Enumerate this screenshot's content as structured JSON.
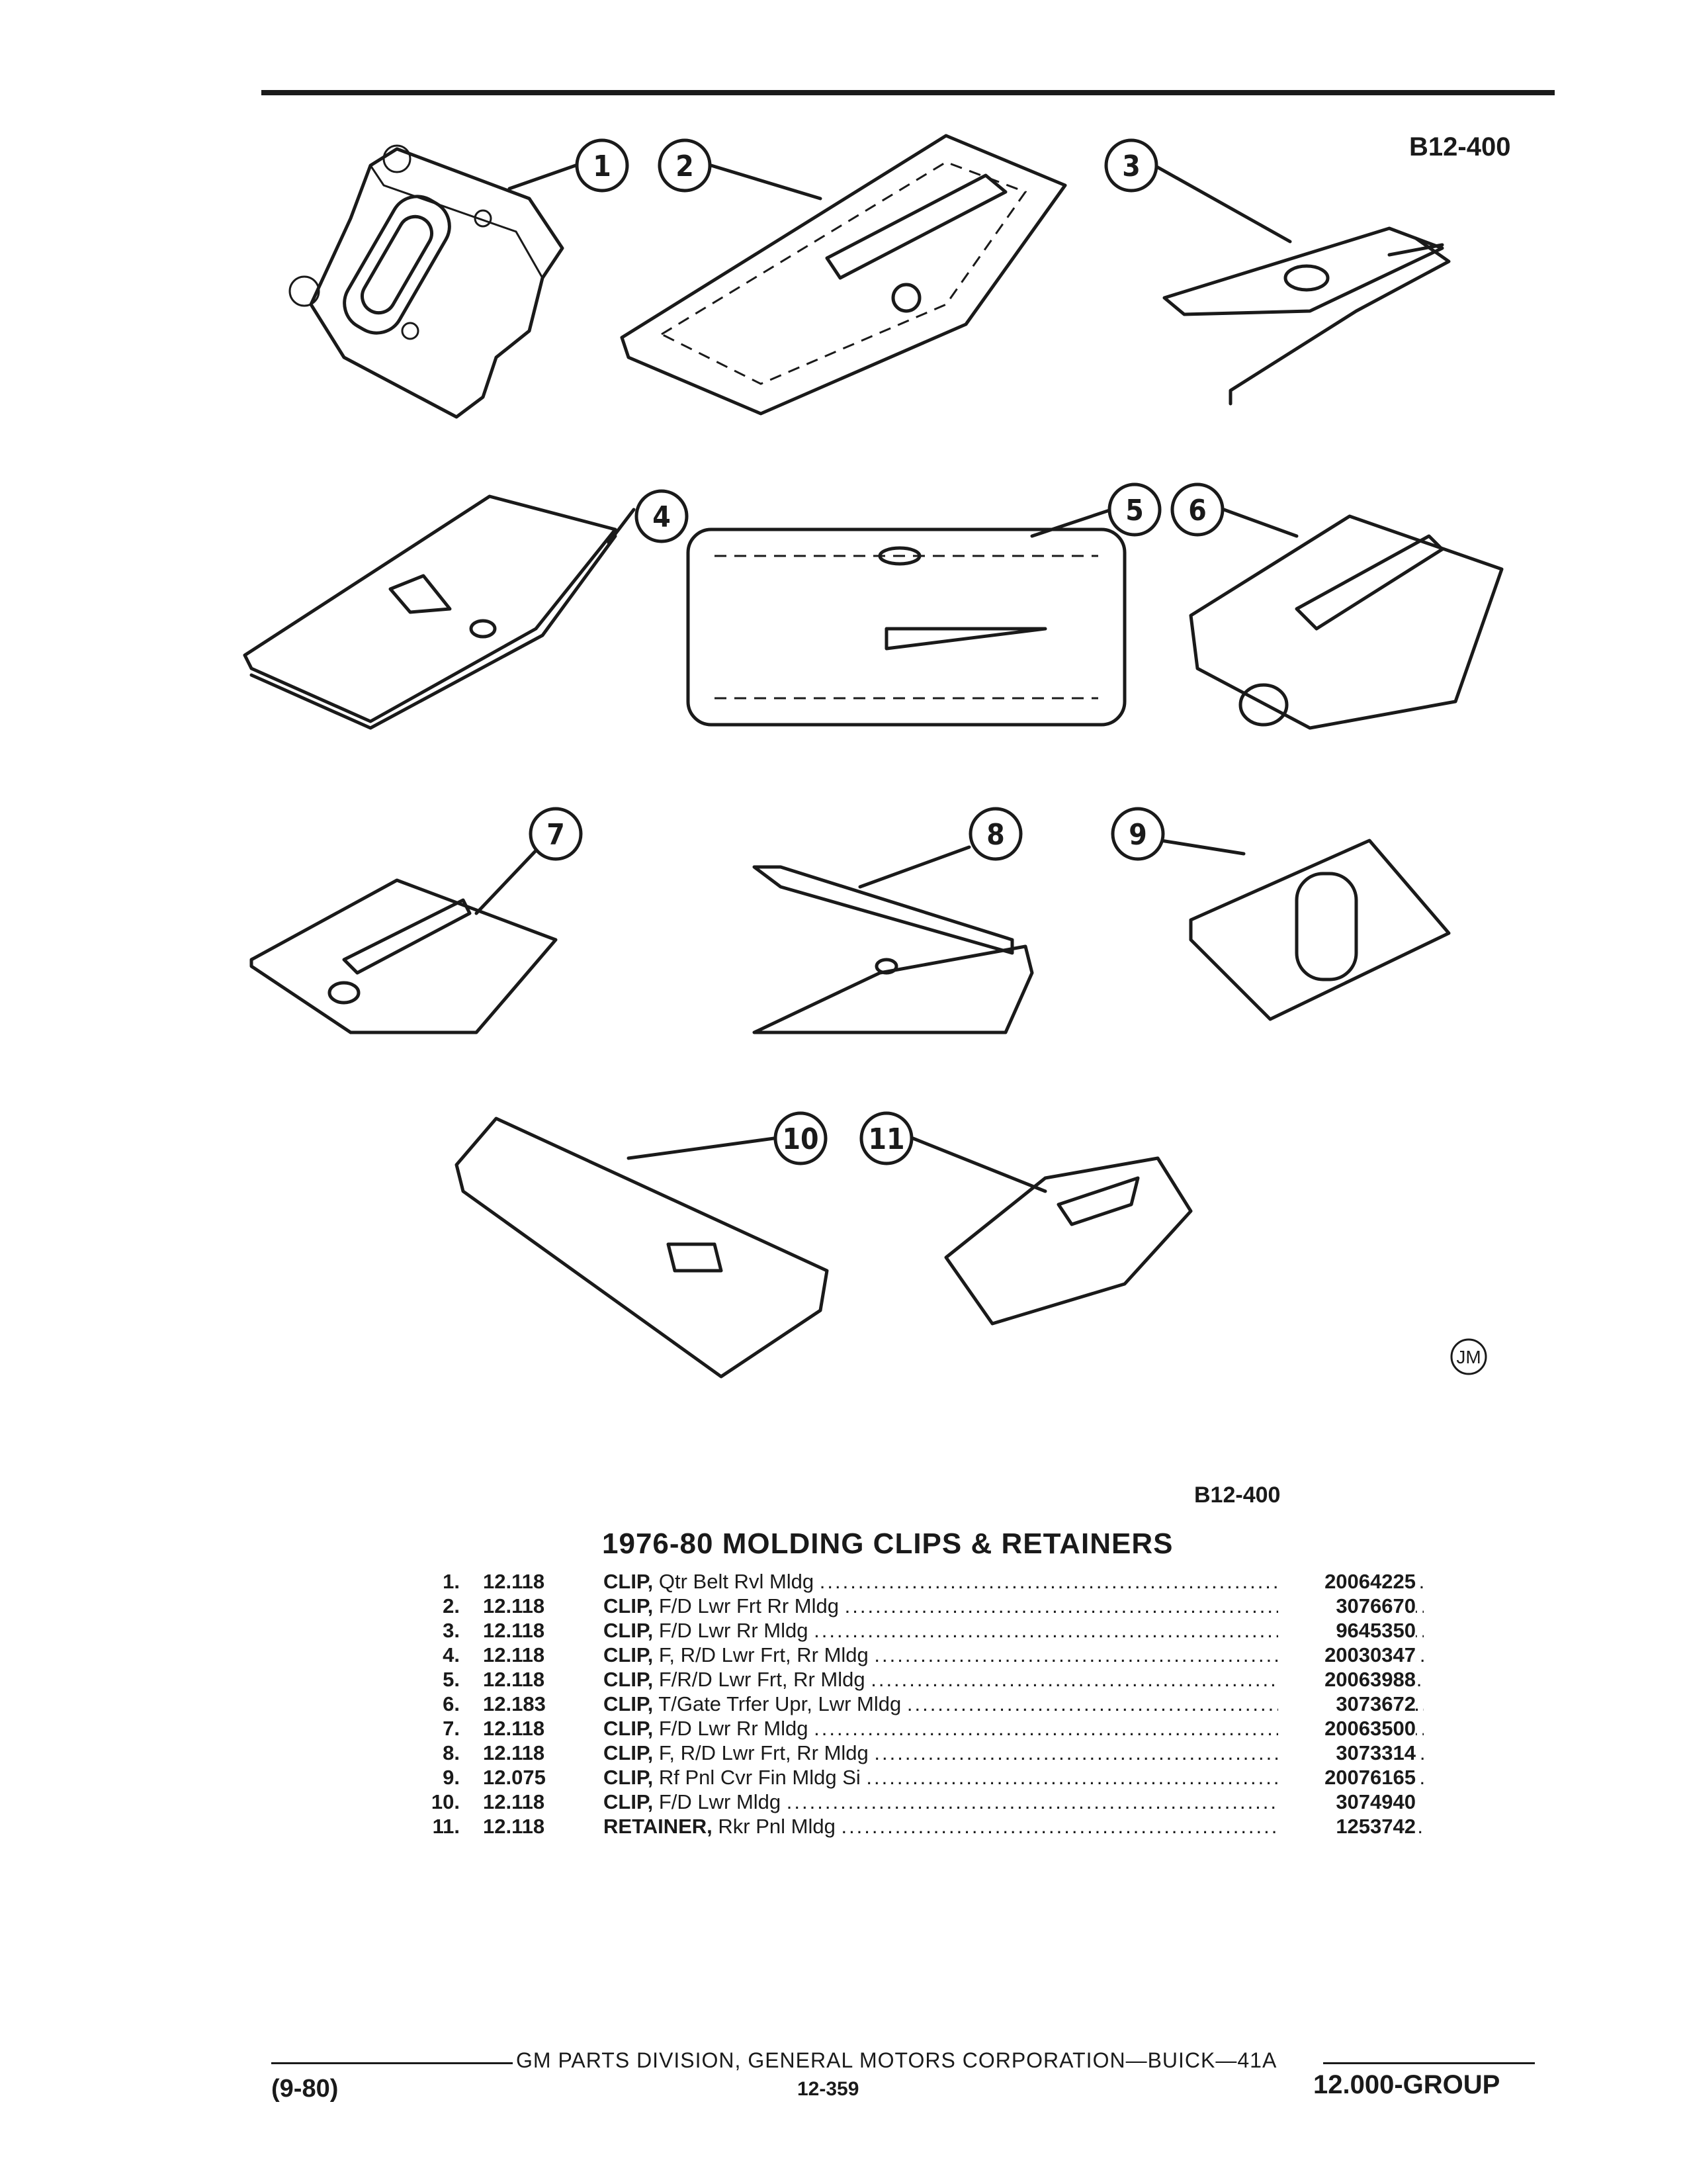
{
  "figure_code": "B12-400",
  "figure_code_bottom": "B12-400",
  "illustrator_mark": "JM",
  "callouts": [
    "1",
    "2",
    "3",
    "4",
    "5",
    "6",
    "7",
    "8",
    "9",
    "10",
    "11"
  ],
  "parts_title": "1976-80 MOLDING CLIPS & RETAINERS",
  "parts": [
    {
      "num": "1.",
      "group": "12.118",
      "name": "CLIP,",
      "desc": "Qtr Belt Rvl Mldg",
      "part_no": "20064225"
    },
    {
      "num": "2.",
      "group": "12.118",
      "name": "CLIP,",
      "desc": "F/D Lwr Frt Rr Mldg",
      "part_no": "3076670"
    },
    {
      "num": "3.",
      "group": "12.118",
      "name": "CLIP,",
      "desc": "F/D Lwr Rr Mldg",
      "part_no": "9645350"
    },
    {
      "num": "4.",
      "group": "12.118",
      "name": "CLIP,",
      "desc": "F, R/D Lwr Frt, Rr Mldg",
      "part_no": "20030347"
    },
    {
      "num": "5.",
      "group": "12.118",
      "name": "CLIP,",
      "desc": "F/R/D Lwr Frt, Rr Mldg",
      "part_no": "20063988"
    },
    {
      "num": "6.",
      "group": "12.183",
      "name": "CLIP,",
      "desc": "T/Gate Trfer Upr, Lwr Mldg",
      "part_no": "3073672"
    },
    {
      "num": "7.",
      "group": "12.118",
      "name": "CLIP,",
      "desc": "F/D Lwr Rr Mldg",
      "part_no": "20063500"
    },
    {
      "num": "8.",
      "group": "12.118",
      "name": "CLIP,",
      "desc": "F, R/D Lwr Frt, Rr Mldg",
      "part_no": "3073314"
    },
    {
      "num": "9.",
      "group": "12.075",
      "name": "CLIP,",
      "desc": "Rf Pnl Cvr Fin Mldg Si",
      "part_no": "20076165"
    },
    {
      "num": "10.",
      "group": "12.118",
      "name": "CLIP,",
      "desc": "F/D Lwr Mldg",
      "part_no": "3074940"
    },
    {
      "num": "11.",
      "group": "12.118",
      "name": "RETAINER,",
      "desc": "Rkr Pnl Mldg",
      "part_no": "1253742"
    }
  ],
  "footer": {
    "corporation": "GM PARTS DIVISION, GENERAL MOTORS CORPORATION—BUICK—41A",
    "date": "(9-80)",
    "page": "12-359",
    "group": "12.000-GROUP"
  }
}
